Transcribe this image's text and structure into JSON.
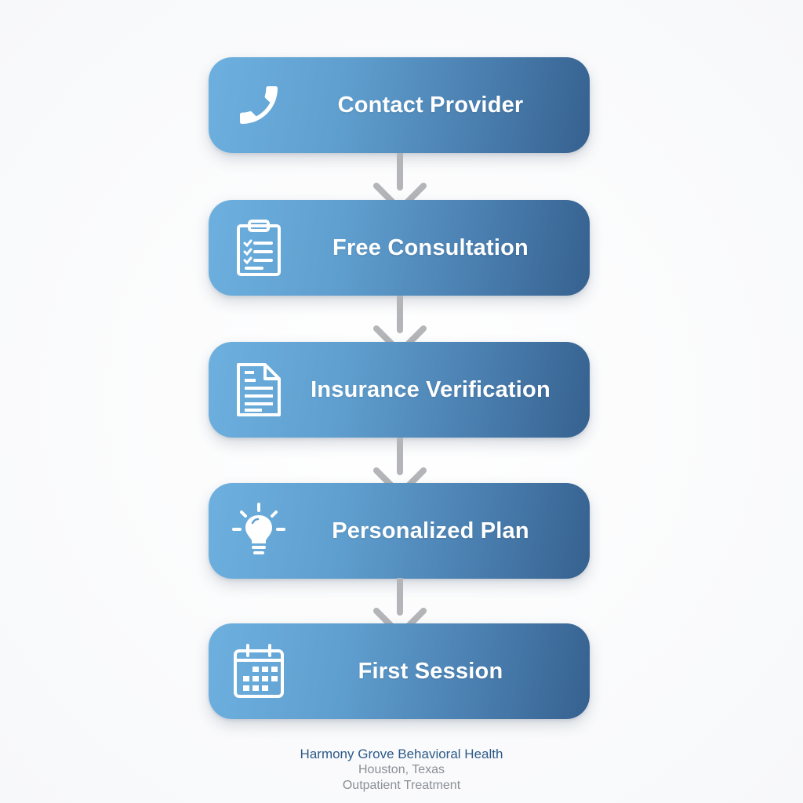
{
  "diagram": {
    "type": "vertical-process-flow",
    "colors": {
      "step_gradient_start": "#6db0df",
      "step_gradient_end": "#36618f",
      "arrow": "#b3b5b8",
      "step_text": "#ffffff",
      "org_text": "#2d5a88",
      "sub_text": "#8a8f96"
    },
    "steps": [
      {
        "label": "Contact Provider",
        "icon": "phone-icon"
      },
      {
        "label": "Free Consultation",
        "icon": "clipboard-checklist-icon"
      },
      {
        "label": "Insurance Verification",
        "icon": "document-icon"
      },
      {
        "label": "Personalized Plan",
        "icon": "lightbulb-icon"
      },
      {
        "label": "First Session",
        "icon": "calendar-icon"
      }
    ]
  },
  "footer": {
    "organization": "Harmony Grove Behavioral Health",
    "location": "Houston, Texas",
    "service": "Outpatient Treatment"
  }
}
